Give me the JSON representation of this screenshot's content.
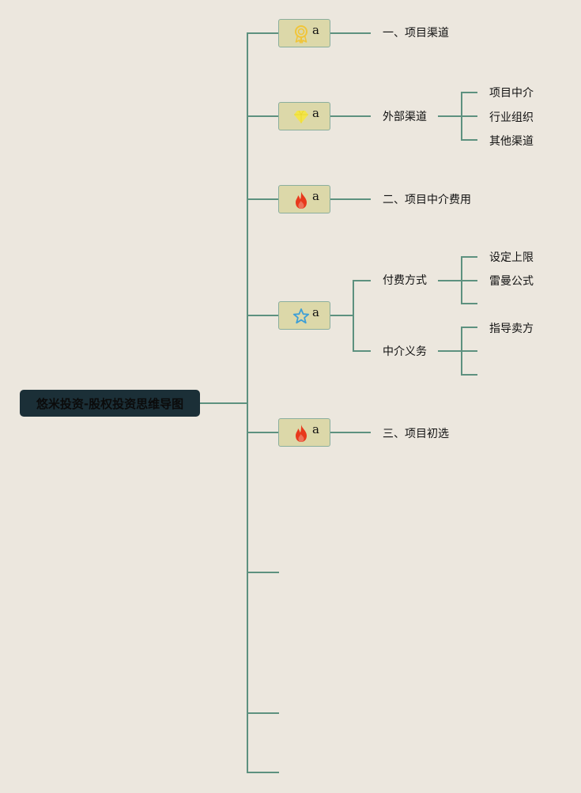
{
  "root": {
    "title": "悠米投资-股权投资思维导图"
  },
  "branches": [
    {
      "icon": "award-medal-icon",
      "badge_text": "a",
      "label": "一、项目渠道"
    },
    {
      "icon": "diamond-icon",
      "badge_text": "a",
      "label": "外部渠道",
      "children": [
        "项目中介",
        "行业组织",
        "其他渠道"
      ]
    },
    {
      "icon": "fire-icon",
      "badge_text": "a",
      "label": "二、项目中介费用"
    },
    {
      "icon": "star-outline-icon",
      "badge_text": "a",
      "sub": [
        {
          "label": "付费方式",
          "children": [
            "设定上限",
            "雷曼公式"
          ]
        },
        {
          "label": "中介义务",
          "children": [
            "指导卖方"
          ]
        }
      ]
    },
    {
      "icon": "fire-icon",
      "badge_text": "a",
      "label": "三、项目初选"
    }
  ],
  "colors": {
    "background": "#ece7de",
    "connector": "#5d917f",
    "badge_fill": "#dcd8a9",
    "badge_border": "#8aae9d",
    "root_fill": "#1b2f37",
    "medal": "#f0c53a",
    "diamond": "#f3e54a",
    "fire": "#e8391c",
    "star": "#3d9fd6"
  }
}
